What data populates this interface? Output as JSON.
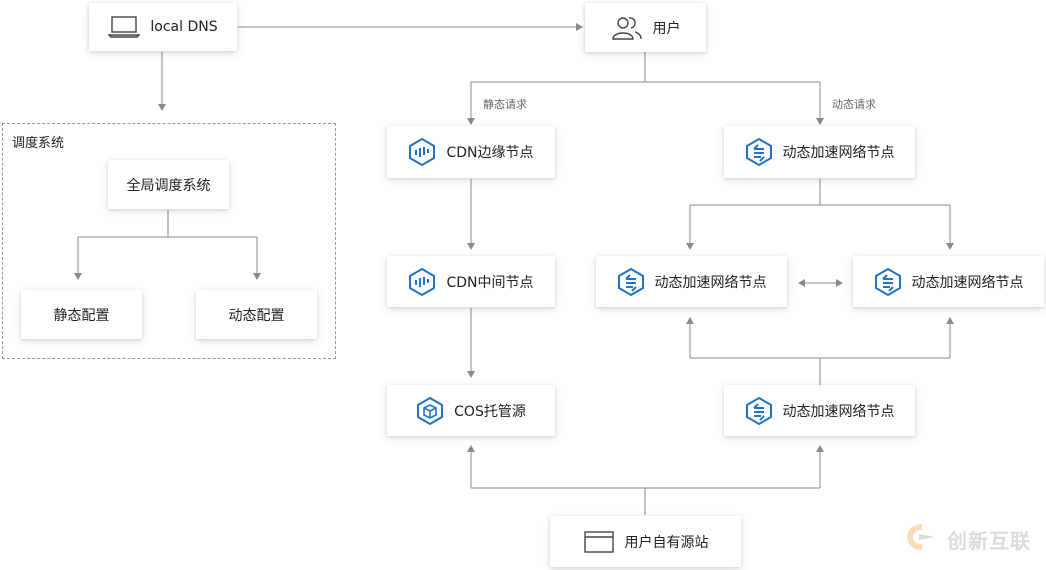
{
  "nodes": {
    "local_dns": "local DNS",
    "user": "用户",
    "cdn_edge": "CDN边缘节点",
    "dynamic_top": "动态加速网络节点",
    "cdn_middle": "CDN中间节点",
    "dynamic_left": "动态加速网络节点",
    "dynamic_right": "动态加速网络节点",
    "cos": "COS托管源",
    "dynamic_bottom": "动态加速网络节点",
    "origin": "用户自有源站",
    "global_dispatch": "全局调度系统",
    "static_config": "静态配置",
    "dynamic_config": "动态配置"
  },
  "group_title": "调度系统",
  "edge_labels": {
    "static_request": "静态请求",
    "dynamic_request": "动态请求"
  },
  "watermark": "创新互联",
  "colors": {
    "icon_blue": "#1f74c4",
    "line": "#8a8a8a",
    "watermark": "#999999"
  }
}
